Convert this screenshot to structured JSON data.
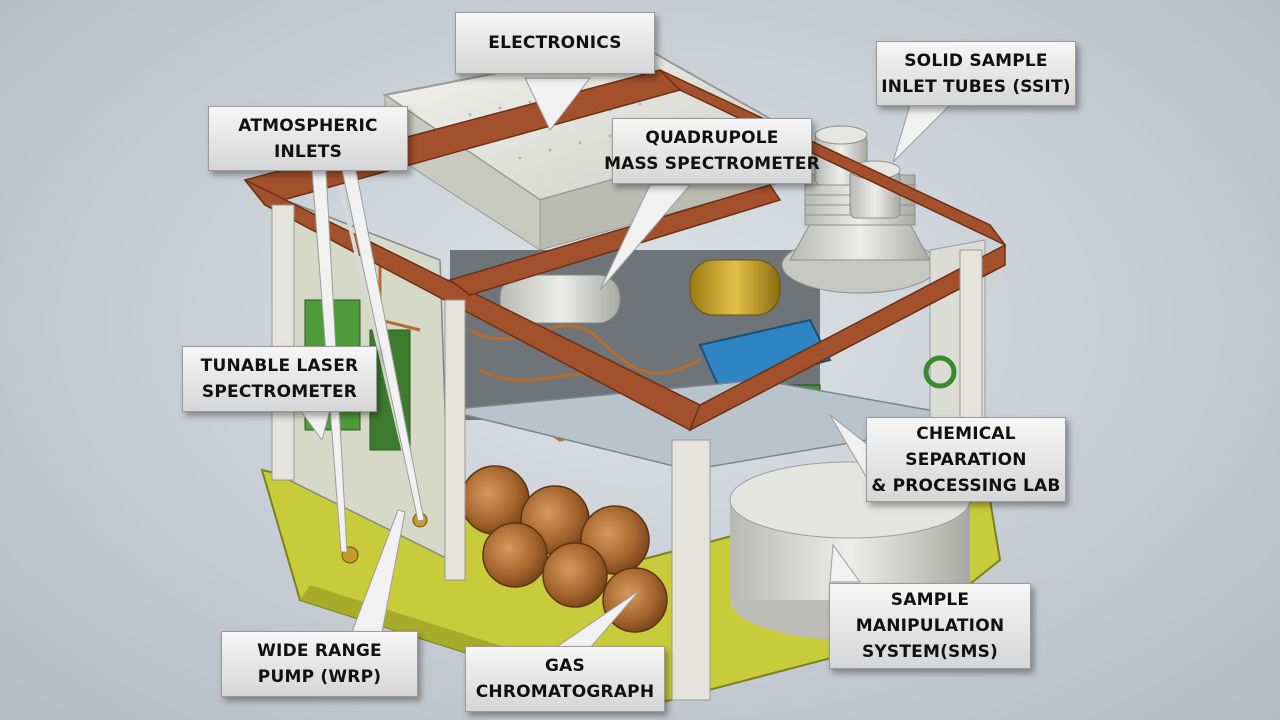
{
  "labels": {
    "electronics": [
      "ELECTRONICS"
    ],
    "ssit": [
      "SOLID SAMPLE",
      "INLET TUBES (SSIT)"
    ],
    "atmospheric": [
      "ATMOSPHERIC",
      "INLETS"
    ],
    "qms": [
      "QUADRUPOLE",
      "MASS SPECTROMETER"
    ],
    "tls": [
      "TUNABLE LASER",
      "SPECTROMETER"
    ],
    "cspl": [
      "CHEMICAL",
      "SEPARATION",
      "& PROCESSING LAB"
    ],
    "sms": [
      "SAMPLE",
      "MANIPULATION",
      "SYSTEM(SMS)"
    ],
    "wrp": [
      "WIDE RANGE",
      "PUMP (WRP)"
    ],
    "gc": [
      "GAS",
      "CHROMATOGRAPH"
    ]
  },
  "colors": {
    "frame": "#a3502c",
    "base": "#c8cc3a",
    "panel": "#e3e3dc",
    "copper": "#a86a34",
    "sms_cylinder": "#d4d4d0",
    "blue_block": "#2f84c4",
    "pointer": "#f1f1f1"
  }
}
